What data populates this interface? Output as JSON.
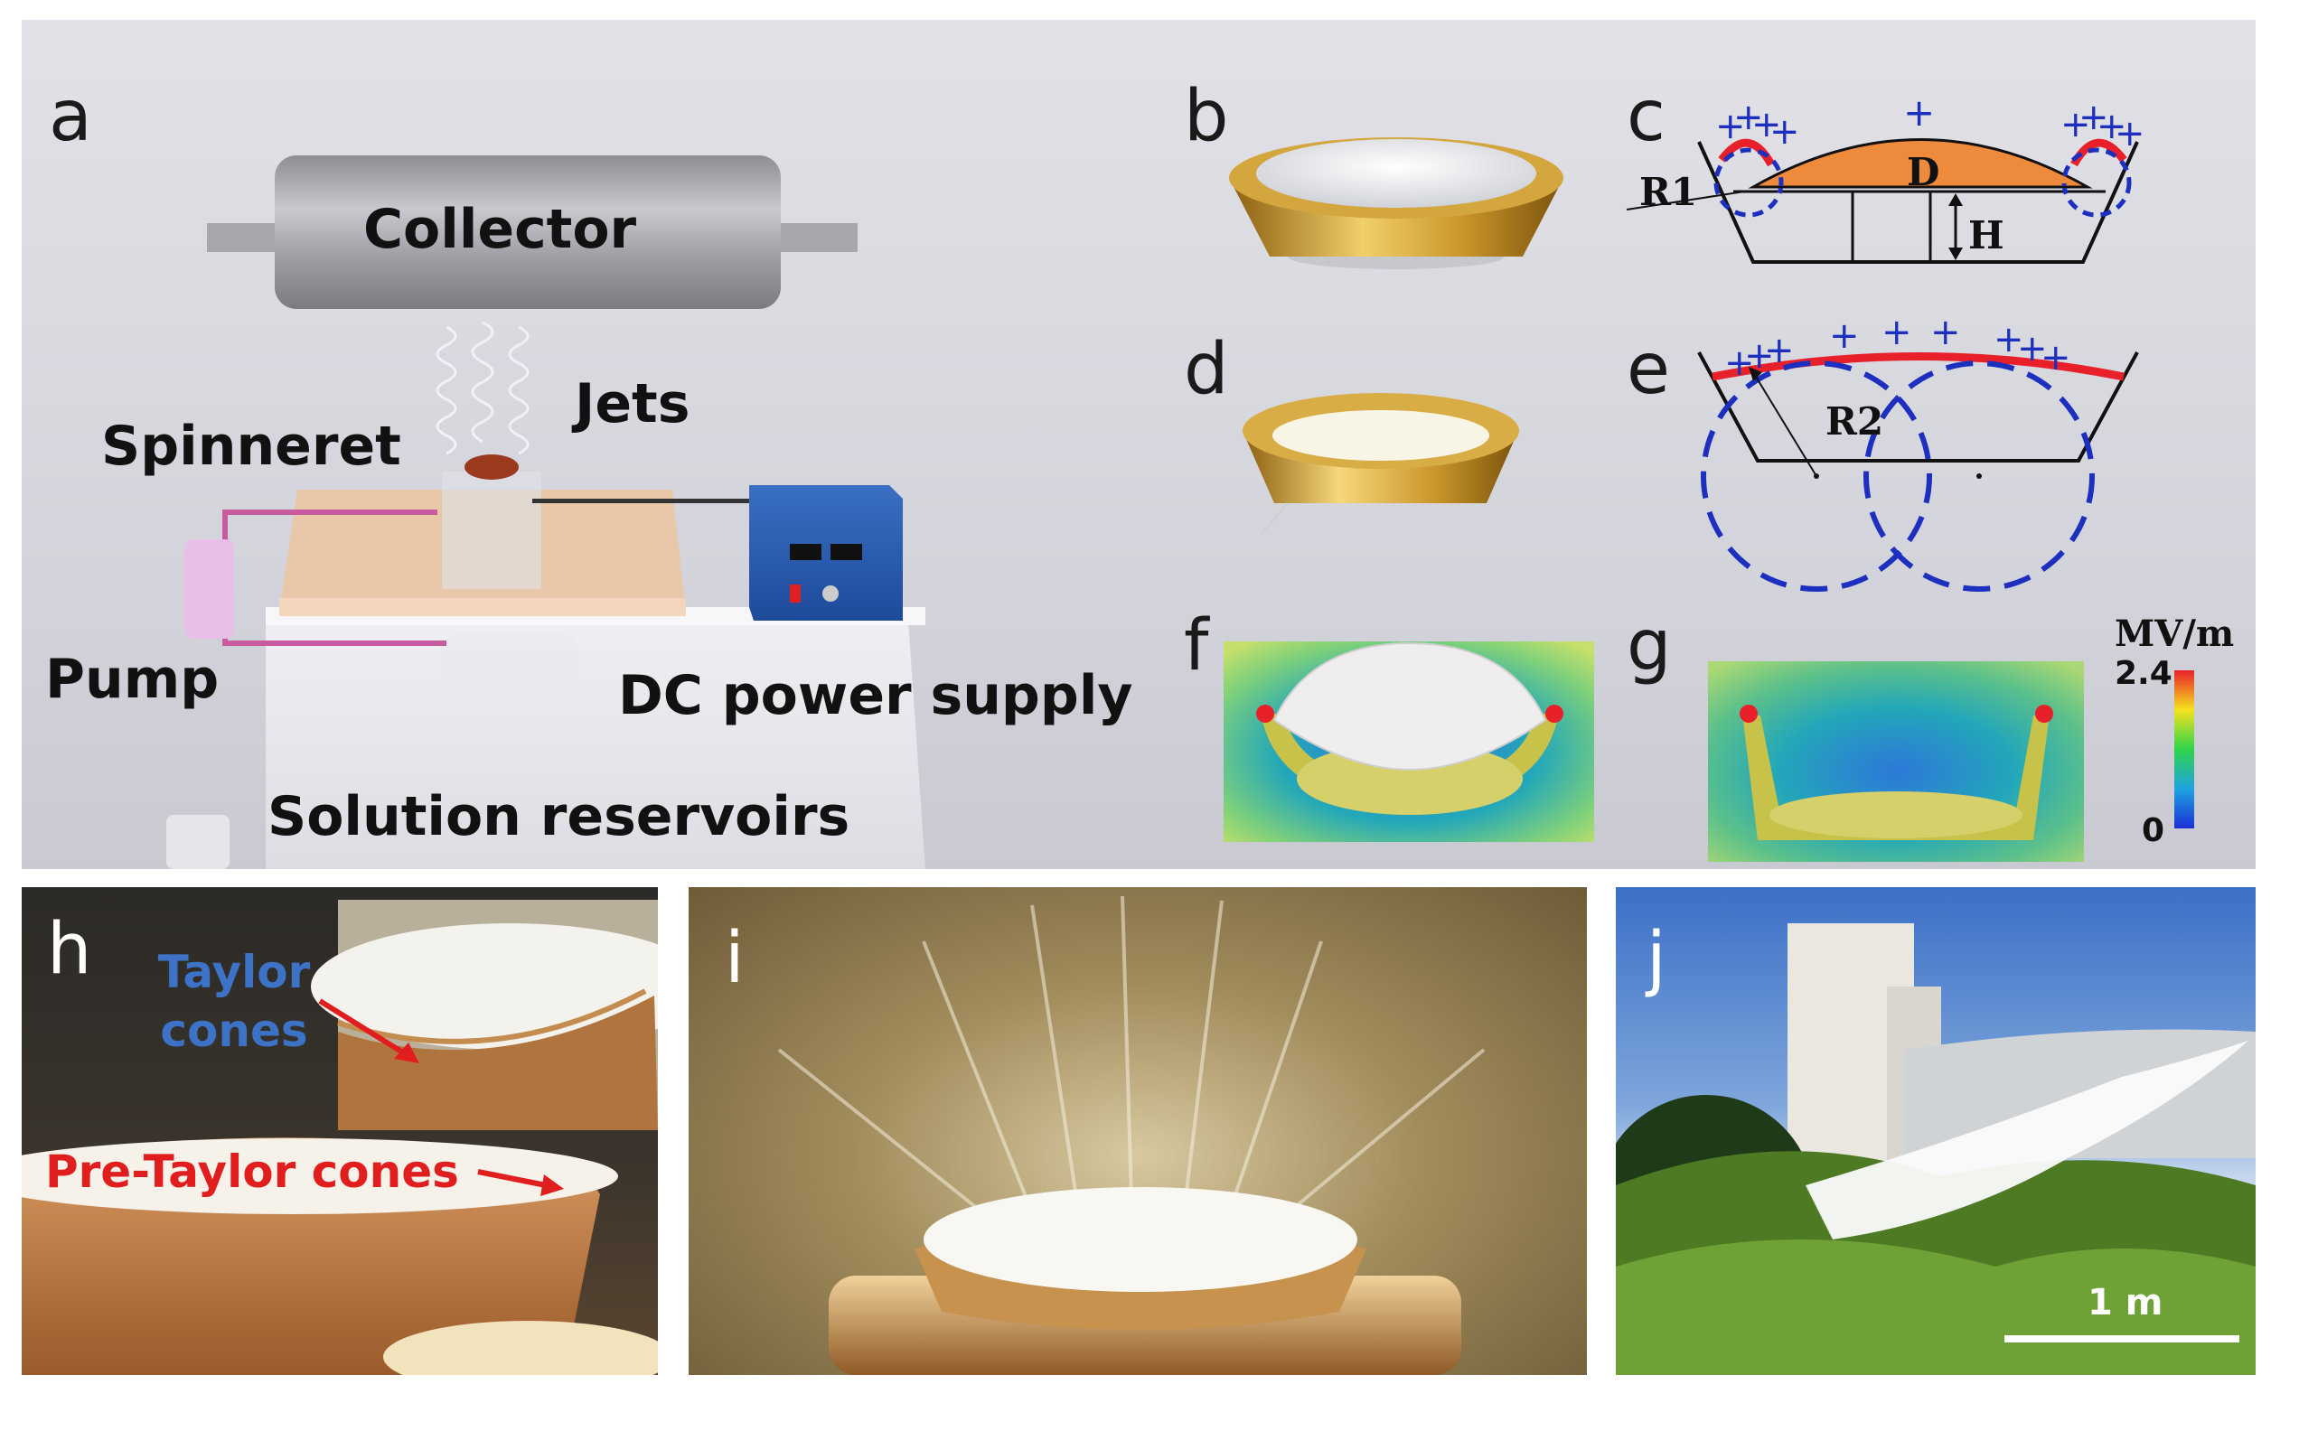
{
  "colors": {
    "top_background": "#d6d6de",
    "gold": "#c9962a",
    "charge_red": "#e8202a",
    "charge_blue": "#1d2fbf",
    "solution_orange": "#ee8a3c",
    "label_blue": "#3c73c6",
    "label_red": "#e01e1e"
  },
  "panels": {
    "a": {
      "letter": "a",
      "collector": "Collector",
      "jets": "Jets",
      "spinneret": "Spinneret",
      "pump": "Pump",
      "dc_power_supply": "DC power supply",
      "solution_reservoirs": "Solution reservoirs"
    },
    "b": {
      "letter": "b"
    },
    "c": {
      "letter": "c",
      "r1": "R1",
      "d": "D",
      "h": "H",
      "charge_symbol": "+"
    },
    "d": {
      "letter": "d"
    },
    "e": {
      "letter": "e",
      "r2": "R2",
      "charge_symbol": "+"
    },
    "f": {
      "letter": "f"
    },
    "g": {
      "letter": "g"
    },
    "colorbar": {
      "unit": "MV/m",
      "max": "2.4",
      "min": "0",
      "max_value": 2.4,
      "min_value": 0
    },
    "h": {
      "letter": "h",
      "taylor_cones": "Taylor cones",
      "pre_taylor_cones": "Pre-Taylor cones"
    },
    "i": {
      "letter": "i"
    },
    "j": {
      "letter": "j",
      "scale_bar": "1 m"
    }
  }
}
